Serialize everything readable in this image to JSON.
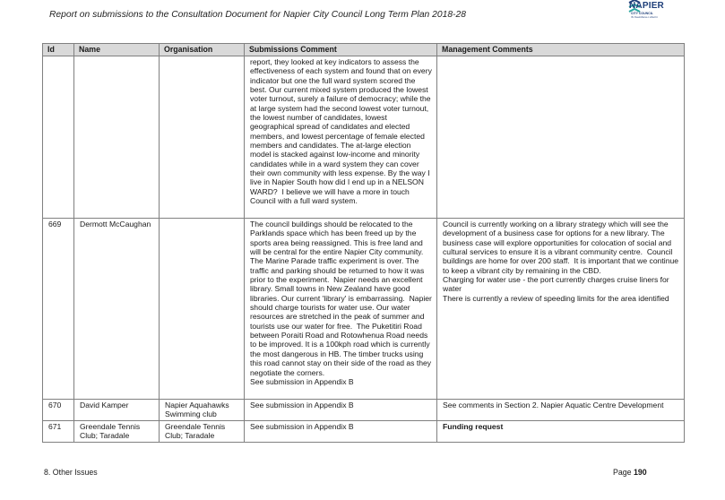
{
  "header": {
    "title": "Report on submissions to the Consultation Document for Napier City Council Long Term Plan 2018-28",
    "logo_text": "NAPIER",
    "logo_sub": "CITY COUNCIL",
    "logo_tagline": "Te Kaunihera o Ahuriri"
  },
  "table": {
    "columns": [
      "Id",
      "Name",
      "Organisation",
      "Submissions Comment",
      "Management Comments"
    ],
    "rows": [
      {
        "id": "",
        "name": "",
        "organisation": "",
        "submission": "report, they looked at key indicators to assess the effectiveness of each system and found that on every indicator but one the full ward system scored the best. Our current mixed system produced the lowest voter turnout, surely a failure of democracy; while the at large system had the second lowest voter turnout, the lowest number of candidates, lowest geographical spread of candidates and elected members, and lowest percentage of female elected members and candidates. The at-large election model is stacked against low-income and minority candidates while in a ward system they can cover their own community with less expense. By the way I live in Napier South how did I end up in a NELSON WARD?  I believe we will have a more in touch Council with a full ward system.",
        "management": ""
      },
      {
        "id": "669",
        "name": "Dermott McCaughan",
        "organisation": "",
        "submission": "The council buildings should be relocated to the Parklands space which has been freed up by the sports area being reassigned. This is free land and will be central for the entire Napier City community.  The Marine Parade traffic experiment is over. The traffic and parking should be returned to how it was prior to the experiment.  Napier needs an excellent library. Small towns in New Zealand have good libraries. Our current 'library' is embarrassing.  Napier should charge tourists for water use. Our water resources are stretched in the peak of summer and tourists use our water for free.  The Puketitiri Road between Poraiti Road and Rotowhenua Road needs to be improved. It is a 100kph road which is currently the most dangerous in HB. The timber trucks using this road cannot stay on their side of the road as they negotiate the corners.\nSee submission in Appendix B",
        "management": "Council is currently working on a library strategy which will see the development of a business case for options for a new library. The business case will explore opportunities for colocation of social and cultural services to ensure it is a vibrant community centre.  Council buildings are home for over 200 staff.  It is important that we continue to keep a vibrant city by remaining in the CBD.\nCharging for water use - the port currently charges cruise liners for water\nThere is currently a review of speeding limits for the area identified"
      },
      {
        "id": "670",
        "name": "David Kamper",
        "organisation": "Napier Aquahawks Swimming club",
        "submission": "See submission in Appendix B",
        "management": "See comments in Section 2. Napier Aquatic Centre Development"
      },
      {
        "id": "671",
        "name": "Greendale Tennis Club; Taradale",
        "organisation": "Greendale Tennis Club; Taradale",
        "submission": "See submission in Appendix B",
        "management": "Funding request"
      }
    ]
  },
  "footer": {
    "section": "8. Other Issues",
    "page_label": "Page",
    "page_number": "190"
  },
  "colors": {
    "header_bg": "#d9d9d9",
    "border": "#808080",
    "logo_blue": "#1f3f7a",
    "logo_teal": "#2aa7a0"
  }
}
